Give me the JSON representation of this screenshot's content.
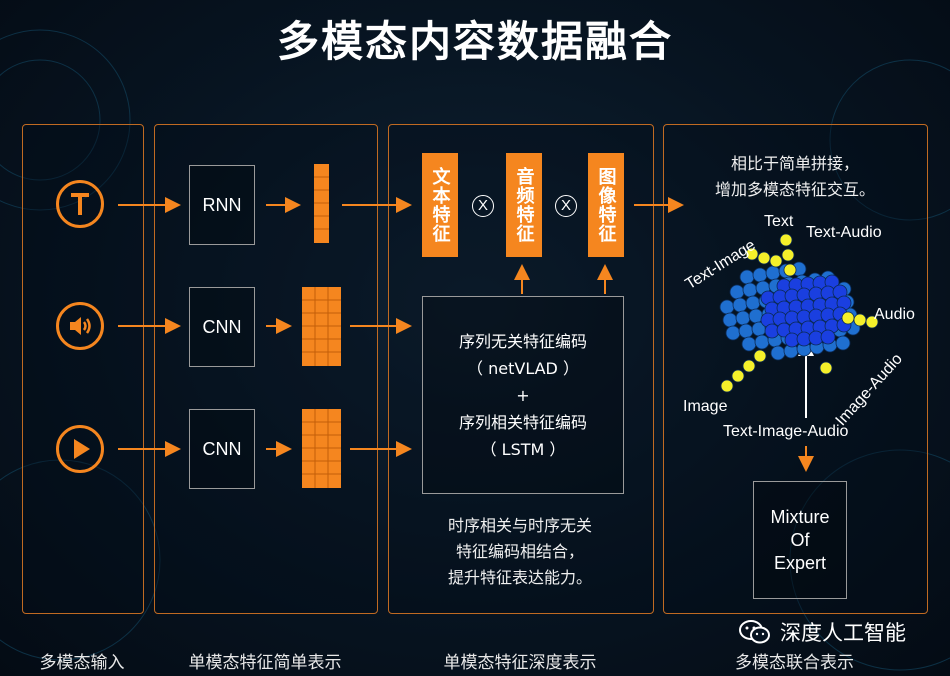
{
  "title": "多模态内容数据融合",
  "captions": [
    "多模态输入",
    "单模态特征简单表示",
    "单模态特征深度表示",
    "多模态联合表示"
  ],
  "inputs": {
    "text_icon": "text-T-icon",
    "audio_icon": "speaker-icon",
    "video_icon": "play-icon"
  },
  "encoders": [
    "RNN",
    "CNN",
    "CNN"
  ],
  "features": [
    "文本特征",
    "音频特征",
    "图像特征"
  ],
  "operator": "X",
  "encoding_box": {
    "line1": "序列无关特征编码",
    "line2": "（ netVLAD ）",
    "line3": "+",
    "line4": "序列相关特征编码",
    "line5": "（ LSTM ）"
  },
  "deep_note": [
    "时序相关与时序无关",
    "特征编码相结合，",
    "提升特征表达能力。"
  ],
  "fusion_note": [
    "相比于简单拼接，",
    "增加多模态特征交互。"
  ],
  "cube_labels": {
    "text": "Text",
    "text_audio": "Text-Audio",
    "text_image": "Text-Image",
    "audio": "Audio",
    "image_audio": "Image-Audio",
    "image": "Image",
    "text_image_audio": "Text-Image-Audio"
  },
  "moe": [
    "Mixture",
    "Of",
    "Expert"
  ],
  "watermark": "深度人工智能",
  "colors": {
    "accent": "#f5861f",
    "sphere_blue": "#1f6fd0",
    "sphere_core": "#1a3fe0",
    "yellow": "#f5f02a"
  }
}
